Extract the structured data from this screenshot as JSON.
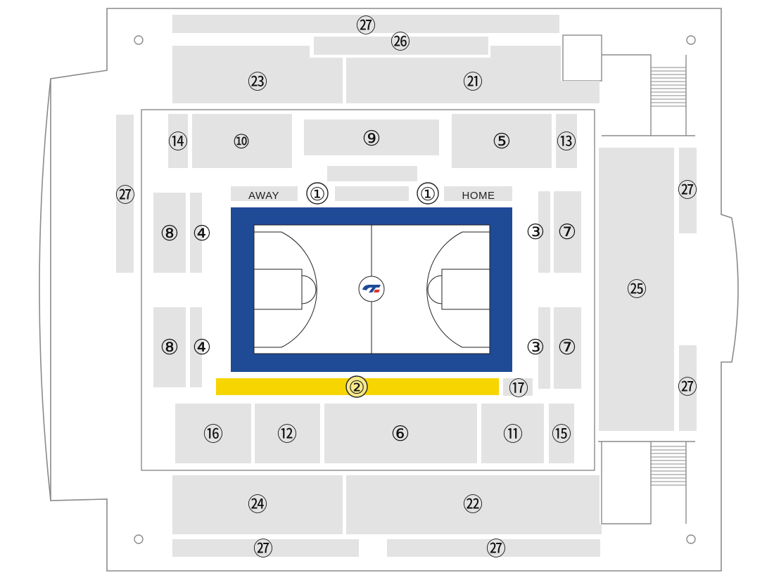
{
  "labels": {
    "away": "AWAY",
    "home": "HOME",
    "team_bench_away": "①",
    "team_bench_home": "①",
    "scorer_table": "②",
    "home_bench_reserve_top": "③",
    "home_bench_reserve_bottom": "③",
    "away_bench_reserve_top": "④",
    "away_bench_reserve_bottom": "④",
    "seat_5": "⑤",
    "seat_6": "⑥",
    "home_side_top": "⑦",
    "home_side_bottom": "⑦",
    "away_side_top": "⑧",
    "away_side_bottom": "⑧",
    "seat_9": "⑨",
    "seat_10": "⑩",
    "seat_11": "⑪",
    "seat_12": "⑫",
    "seat_13": "⑬",
    "seat_14": "⑭",
    "seat_15": "⑮",
    "seat_16": "⑯",
    "seat_17": "⑰",
    "seat_21": "㉑",
    "seat_22": "㉒",
    "seat_23": "㉓",
    "seat_24": "㉔",
    "seat_25": "㉕",
    "seat_26": "㉖",
    "seat_27_top": "㉗",
    "seat_27_left": "㉗",
    "seat_27_right_top": "㉗",
    "seat_27_right_bottom": "㉗",
    "seat_27_bottom_left": "㉗",
    "seat_27_bottom_right": "㉗"
  },
  "colors": {
    "court_border": "#1f4a96",
    "court_floor": "#ffffff",
    "scorer_table": "#f7d500",
    "scorer_circle": "#f7e98a",
    "seating_block": "#e3e3e3",
    "outline": "#8a8a8a"
  },
  "icons": {
    "center_logo": "team-logo-icon",
    "corner_post": "pillar-circle-icon"
  }
}
